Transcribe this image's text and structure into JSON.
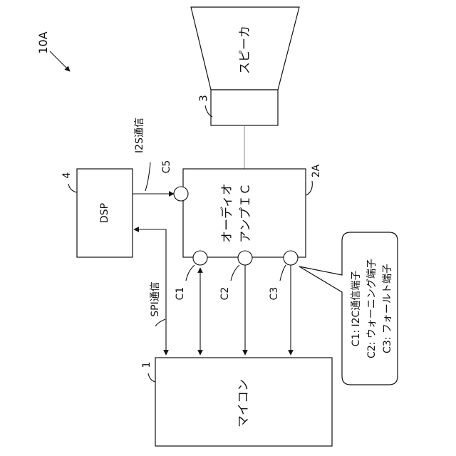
{
  "figure_ref": "10A",
  "speaker": {
    "label": "スピーカ"
  },
  "amp_housing": {
    "ref": "3"
  },
  "amp_ic": {
    "ref": "2A",
    "label_line1": "オーディオ",
    "label_line2": "アンプＩＣ"
  },
  "dsp": {
    "ref": "4",
    "label": "DSP"
  },
  "mcu": {
    "ref": "1",
    "label": "マイコン"
  },
  "signals": {
    "i2s": "I2S通信",
    "spi": "SPI通信"
  },
  "terminals": {
    "c1": "C1",
    "c2": "C2",
    "c3": "C3",
    "c5": "C5"
  },
  "legend": {
    "line1": "C1: I2C通信端子",
    "line2": "C2: ウォーニング端子",
    "line3": "C3: フォールト端子"
  }
}
